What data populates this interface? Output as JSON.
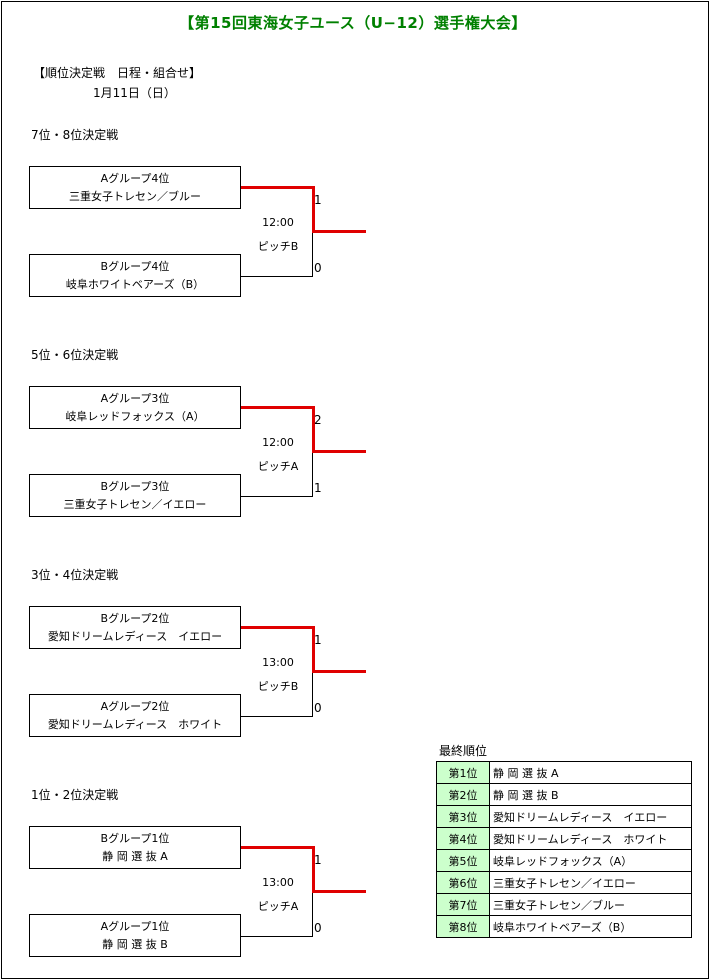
{
  "title": "【第15回東海女子ユース（U−12）選手権大会】",
  "subtitle": "【順位決定戦　日程・組合せ】",
  "date": "1月11日（日）",
  "matches": [
    {
      "heading": "7位・8位決定戦",
      "time": "12:00",
      "pitch": "ピッチB",
      "top": {
        "group": "Aグループ4位",
        "team": "三重女子トレセン／ブルー",
        "score": "1"
      },
      "bottom": {
        "group": "Bグループ4位",
        "team": "岐阜ホワイトベアーズ（B）",
        "score": "0"
      },
      "winner": "top"
    },
    {
      "heading": "5位・6位決定戦",
      "time": "12:00",
      "pitch": "ピッチA",
      "top": {
        "group": "Aグループ3位",
        "team": "岐阜レッドフォックス（A）",
        "score": "2"
      },
      "bottom": {
        "group": "Bグループ3位",
        "team": "三重女子トレセン／イエロー",
        "score": "1"
      },
      "winner": "top"
    },
    {
      "heading": "3位・4位決定戦",
      "time": "13:00",
      "pitch": "ピッチB",
      "top": {
        "group": "Bグループ2位",
        "team": "愛知ドリームレディース　イエロー",
        "score": "1"
      },
      "bottom": {
        "group": "Aグループ2位",
        "team": "愛知ドリームレディース　ホワイト",
        "score": "0"
      },
      "winner": "top"
    },
    {
      "heading": "1位・2位決定戦",
      "time": "13:00",
      "pitch": "ピッチA",
      "top": {
        "group": "Bグループ1位",
        "team": "静 岡 選 抜 A",
        "score": "1"
      },
      "bottom": {
        "group": "Aグループ1位",
        "team": "静 岡 選 抜 B",
        "score": "0"
      },
      "winner": "top"
    }
  ],
  "final_ranking": {
    "title": "最終順位",
    "rows": [
      {
        "place": "第1位",
        "team": "静 岡 選 抜 A"
      },
      {
        "place": "第2位",
        "team": "静 岡 選 抜 B"
      },
      {
        "place": "第3位",
        "team": "愛知ドリームレディース　イエロー"
      },
      {
        "place": "第4位",
        "team": "愛知ドリームレディース　ホワイト"
      },
      {
        "place": "第5位",
        "team": "岐阜レッドフォックス（A）"
      },
      {
        "place": "第6位",
        "team": "三重女子トレセン／イエロー"
      },
      {
        "place": "第7位",
        "team": "三重女子トレセン／ブルー"
      },
      {
        "place": "第8位",
        "team": "岐阜ホワイトベアーズ（B）"
      }
    ]
  },
  "colors": {
    "title": "#008000",
    "winner_line": "#e00000",
    "rank_cell": "#ccffcc"
  }
}
